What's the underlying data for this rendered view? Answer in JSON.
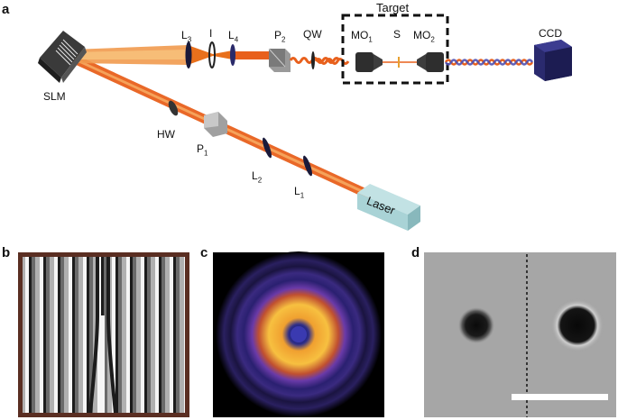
{
  "panels": {
    "a": "a",
    "b": "b",
    "c": "c",
    "d": "d"
  },
  "setup": {
    "target_label": "Target",
    "labels": {
      "slm": "SLM",
      "l3_main": "L",
      "l3_sub": "3",
      "iris": "I",
      "l4_main": "L",
      "l4_sub": "4",
      "p2_main": "P",
      "p2_sub": "2",
      "qw": "QW",
      "mo1_main": "MO",
      "mo1_sub": "1",
      "s": "S",
      "mo2_main": "MO",
      "mo2_sub": "2",
      "ccd": "CCD",
      "hw": "HW",
      "p1_main": "P",
      "p1_sub": "1",
      "l2_main": "L",
      "l2_sub": "2",
      "l1_main": "L",
      "l1_sub": "1",
      "laser": "Laser"
    }
  },
  "colors": {
    "beam": "#e8601c",
    "beam_light": "#f5a25a",
    "ccd": "#2a2a6e",
    "laser_box": "#a9d3d6",
    "hologram_frame": "#5a2e22",
    "scale_bar": "#ffffff"
  },
  "icons": [
    "slm-device",
    "lens",
    "iris",
    "polarizer",
    "quarter-wave-plate",
    "microscope-objective",
    "sample",
    "ccd-camera",
    "half-wave-plate",
    "laser-box"
  ]
}
